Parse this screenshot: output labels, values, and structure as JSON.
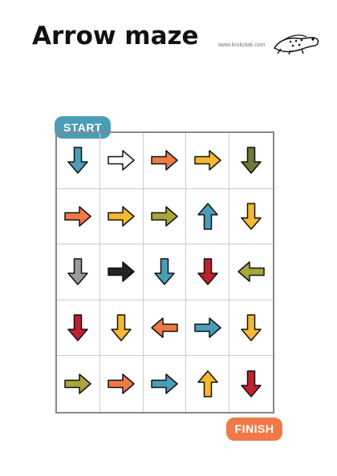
{
  "title": "Arrow maze",
  "site": "www.krokotak.com",
  "start_label": "START",
  "finish_label": "FINISH",
  "colors": {
    "blue": "#4a9db6",
    "white": "#ffffff",
    "orange": "#f07a47",
    "yellow": "#f5b82e",
    "olive": "#6b7a3a",
    "green": "#a8a63c",
    "gray": "#9a9a9a",
    "black": "#222222",
    "red": "#c0212f"
  },
  "grid": [
    [
      {
        "dir": "down",
        "color": "blue"
      },
      {
        "dir": "right",
        "color": "white"
      },
      {
        "dir": "right",
        "color": "orange"
      },
      {
        "dir": "right",
        "color": "yellow"
      },
      {
        "dir": "down",
        "color": "olive"
      }
    ],
    [
      {
        "dir": "right",
        "color": "orange"
      },
      {
        "dir": "right",
        "color": "yellow"
      },
      {
        "dir": "right",
        "color": "green"
      },
      {
        "dir": "up",
        "color": "blue"
      },
      {
        "dir": "down",
        "color": "yellow"
      }
    ],
    [
      {
        "dir": "down",
        "color": "gray"
      },
      {
        "dir": "right",
        "color": "black"
      },
      {
        "dir": "down",
        "color": "blue"
      },
      {
        "dir": "down",
        "color": "red"
      },
      {
        "dir": "left",
        "color": "green"
      }
    ],
    [
      {
        "dir": "down",
        "color": "red"
      },
      {
        "dir": "down",
        "color": "yellow"
      },
      {
        "dir": "left",
        "color": "orange"
      },
      {
        "dir": "right",
        "color": "blue"
      },
      {
        "dir": "down",
        "color": "yellow"
      }
    ],
    [
      {
        "dir": "right",
        "color": "green"
      },
      {
        "dir": "right",
        "color": "orange"
      },
      {
        "dir": "right",
        "color": "blue"
      },
      {
        "dir": "up",
        "color": "yellow"
      },
      {
        "dir": "down",
        "color": "red"
      }
    ]
  ]
}
